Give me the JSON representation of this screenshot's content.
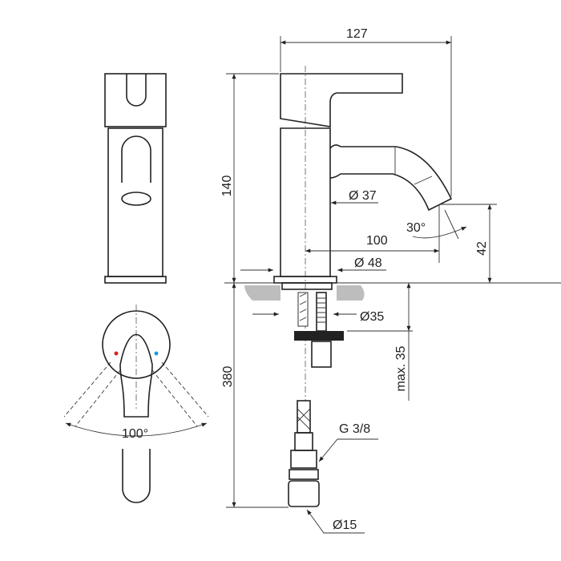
{
  "dimensions": {
    "overall_depth": "127",
    "height": "140",
    "body_diameter": "Ø 37",
    "spout_reach": "100",
    "spout_angle": "30°",
    "spout_height": "42",
    "base_diameter": "Ø 48",
    "shank_diameter": "Ø35",
    "max_deck_thickness": "max. 35",
    "hose_length": "380",
    "connection_thread": "G 3/8",
    "hose_diameter": "Ø15",
    "lever_rotation": "100°"
  },
  "colors": {
    "hot": "#e02020",
    "cold": "#1e9bd7",
    "countertop": "#bdbdbd"
  }
}
